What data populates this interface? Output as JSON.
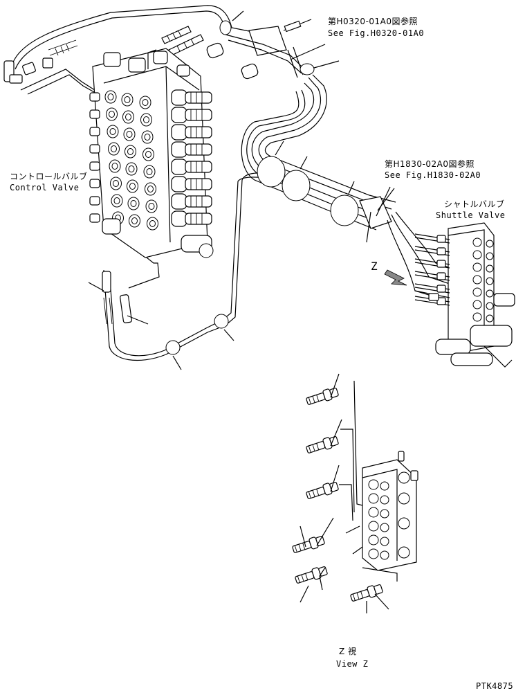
{
  "references": {
    "top": {
      "jp": "第H0320-01A0図参照",
      "en": "See Fig.H0320-01A0"
    },
    "middle": {
      "jp": "第H1830-02A0図参照",
      "en": "See Fig.H1830-02A0"
    }
  },
  "labels": {
    "control_valve": {
      "jp": "コントロールバルブ",
      "en": "Control Valve"
    },
    "shuttle_valve": {
      "jp": "シャトルバルブ",
      "en": "Shuttle Valve"
    },
    "view_marker": "Z",
    "view_caption": {
      "jp": "Z 視",
      "en": "View Z"
    }
  },
  "drawing_code": "PTK4875"
}
